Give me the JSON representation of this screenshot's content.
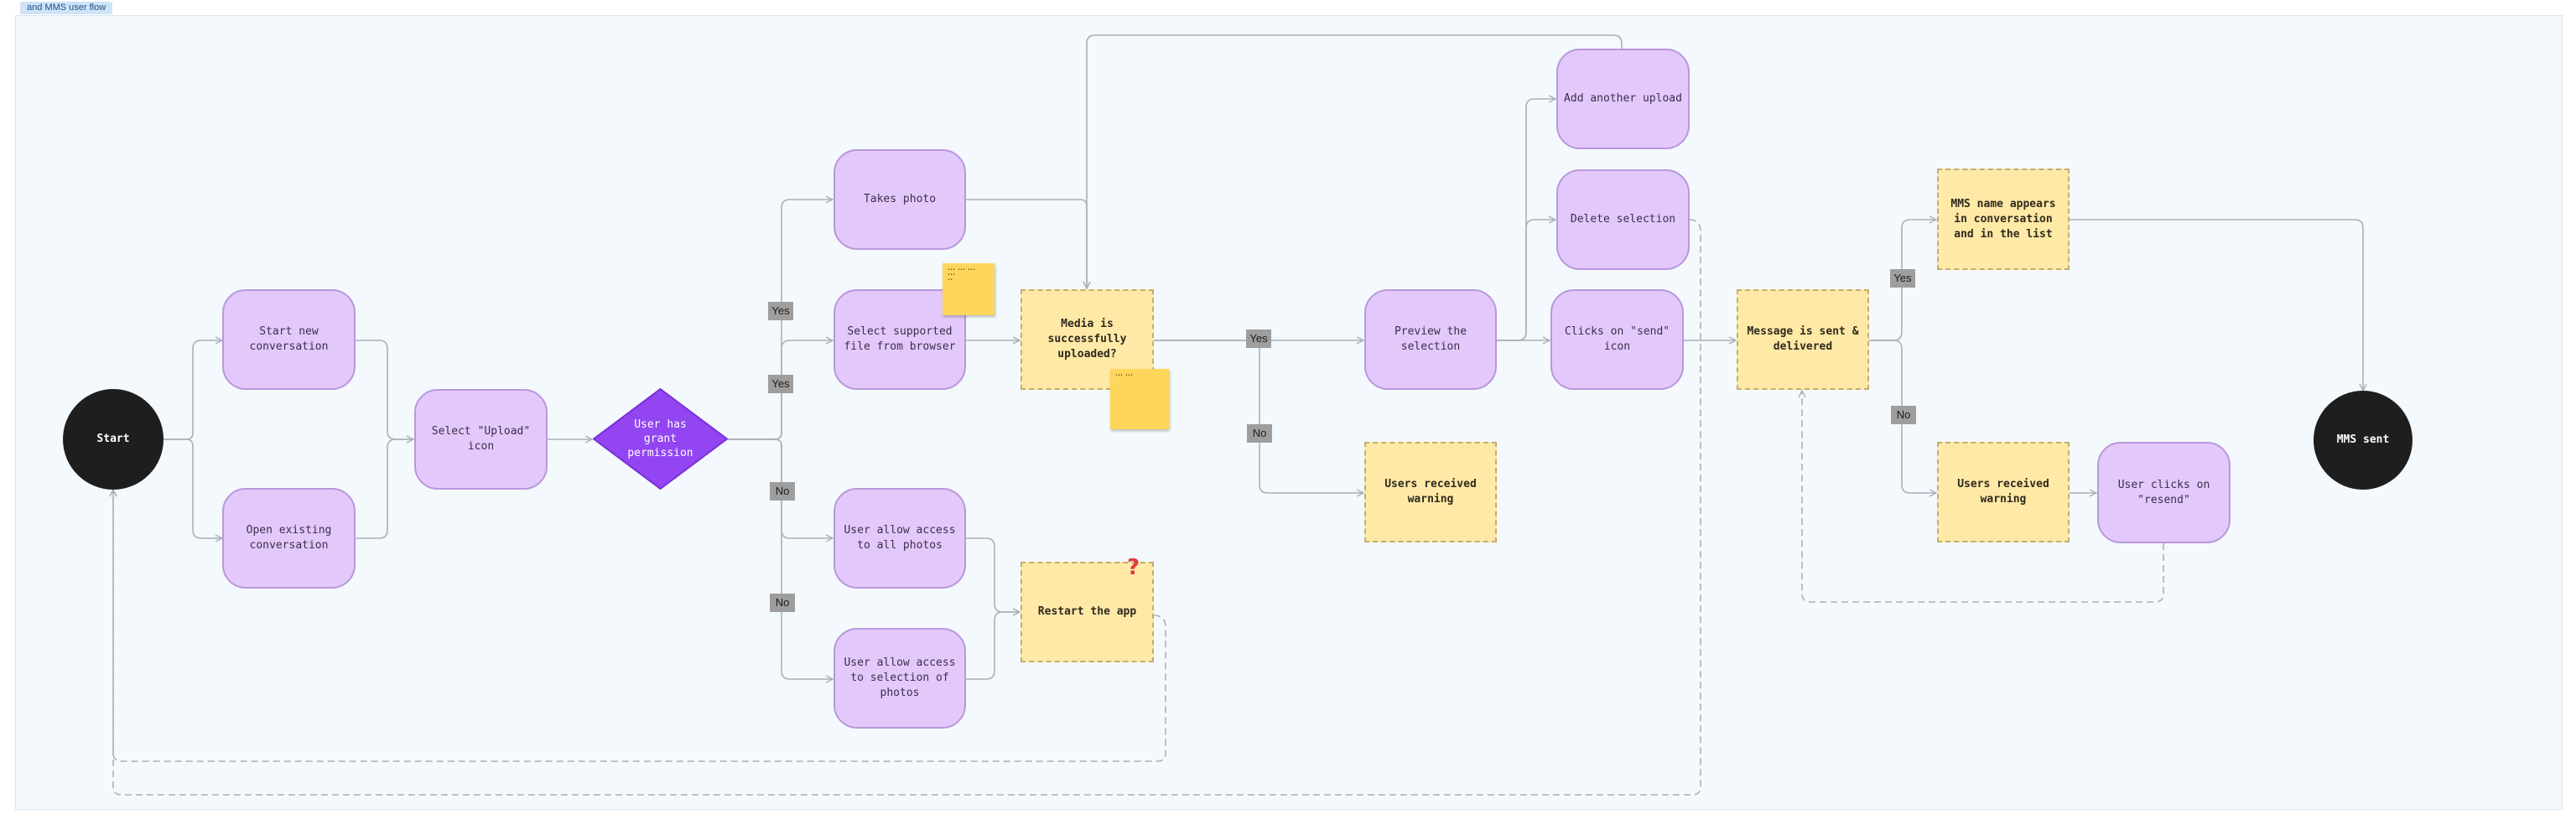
{
  "frame": {
    "title": "and MMS user flow"
  },
  "nodes": {
    "start": "Start",
    "start_new": "Start new\nconversation",
    "open_existing": "Open existing\nconversation",
    "select_upload": "Select \"Upload\"\nicon",
    "permission": "User has\ngrant\npermission",
    "takes_photo": "Takes photo",
    "select_file": "Select supported\nfile from browser",
    "allow_all": "User allow access\nto all photos",
    "allow_selection": "User allow access\nto selection of\nphotos",
    "media_uploaded": "Media is\nsuccessfully\nuploaded?",
    "restart_app": "Restart the app",
    "preview": "Preview the\nselection",
    "warning_1": "Users received\nwarning",
    "add_upload": "Add another upload",
    "delete_selection": "Delete selection",
    "clicks_send": "Clicks on \"send\"\nicon",
    "message_sent": "Message is sent &\ndelivered",
    "mms_name": "MMS name appears\nin conversation\nand in the list",
    "warning_2": "Users received\nwarning",
    "resend": "User clicks on\n\"resend\"",
    "mms_sent": "MMS sent"
  },
  "edge_labels": {
    "perm_yes_1": "Yes",
    "perm_yes_2": "Yes",
    "perm_no_1": "No",
    "perm_no_2": "No",
    "upload_yes": "Yes",
    "upload_no": "No",
    "sent_yes": "Yes",
    "sent_no": "No"
  },
  "stickies": {
    "sticky_1": "•••  •••  •••\n•••\n••",
    "sticky_2": "•••  •••"
  },
  "colors": {
    "process_fill": "#e3c9fb",
    "decision_fill": "#9345f2",
    "note_fill": "#ffe9a6",
    "terminal_fill": "#1e1e1e",
    "label_fill": "#9e9e9e",
    "connector": "#a9b0b8"
  },
  "icons": {
    "question": "question-mark-icon"
  },
  "question_text": "?"
}
